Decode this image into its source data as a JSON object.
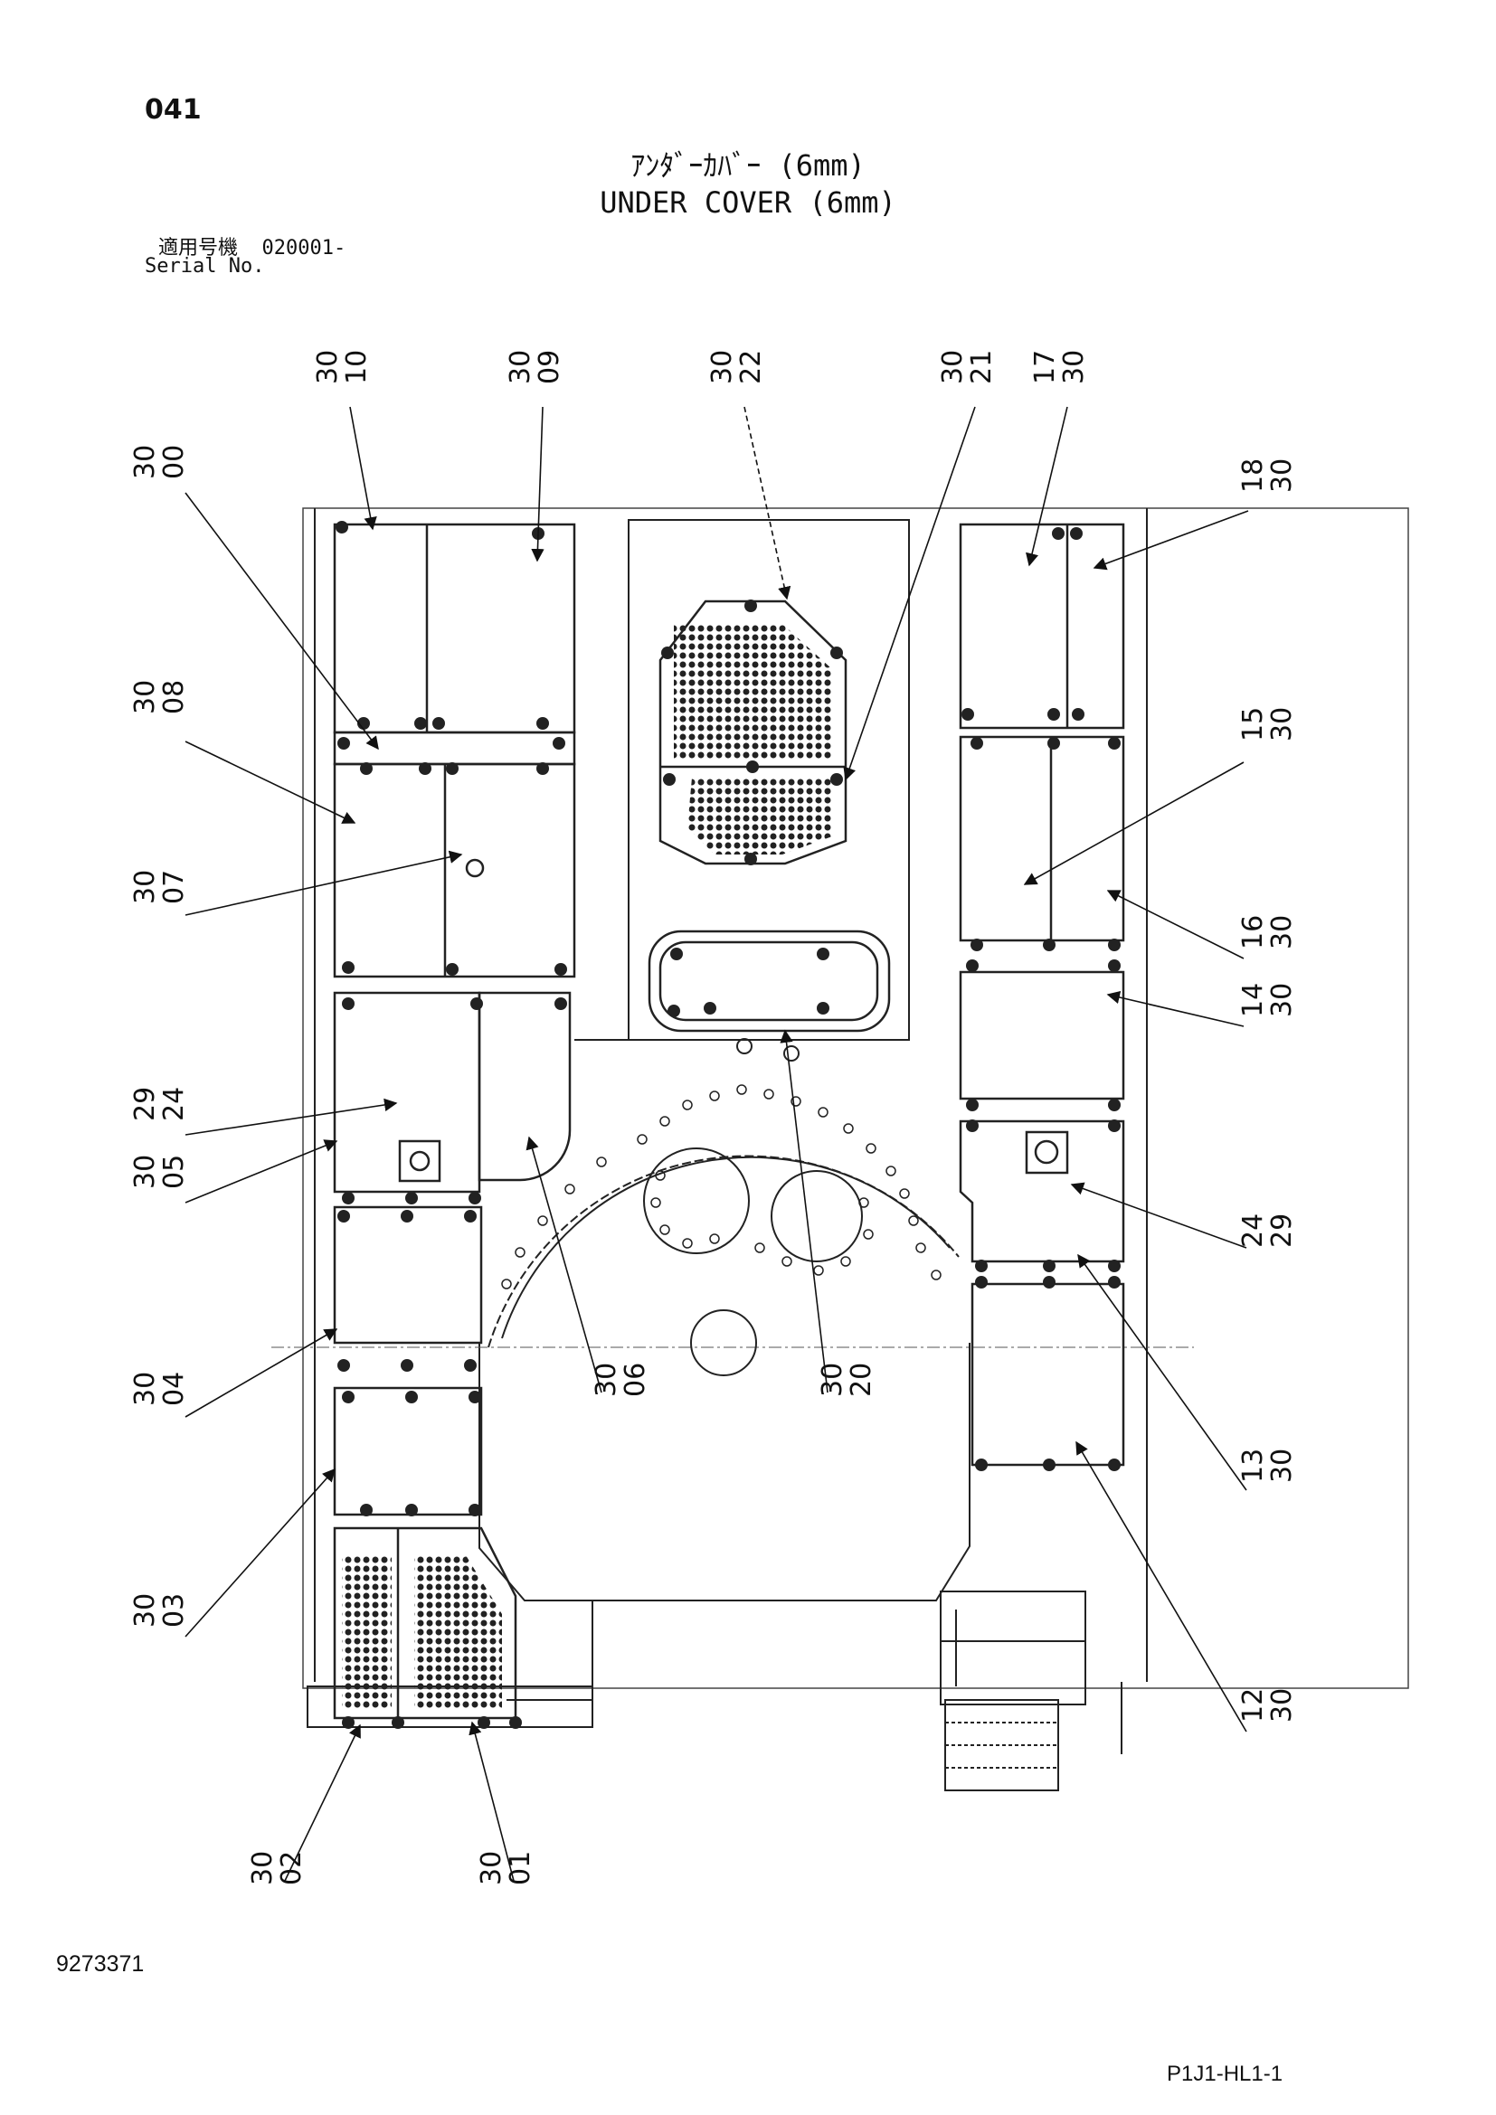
{
  "header": {
    "page_number": "041",
    "title_jp": "ｱﾝﾀﾞｰｶﾊﾞｰ (6mm)",
    "title_en": "UNDER COVER (6mm)",
    "serial_label_jp": "適用号機",
    "serial_value": "020001-",
    "serial_label_en": "Serial No."
  },
  "callouts": [
    {
      "id": "c-30-10",
      "first": "30",
      "second": "10"
    },
    {
      "id": "c-30-09",
      "first": "30",
      "second": "09"
    },
    {
      "id": "c-30-22",
      "first": "30",
      "second": "22"
    },
    {
      "id": "c-30-21",
      "first": "30",
      "second": "21"
    },
    {
      "id": "c-17-30",
      "first": "17",
      "second": "30"
    },
    {
      "id": "c-18-30",
      "first": "18",
      "second": "30"
    },
    {
      "id": "c-30-00",
      "first": "30",
      "second": "00"
    },
    {
      "id": "c-30-08",
      "first": "30",
      "second": "08"
    },
    {
      "id": "c-15-30",
      "first": "15",
      "second": "30"
    },
    {
      "id": "c-30-07",
      "first": "30",
      "second": "07"
    },
    {
      "id": "c-16-30",
      "first": "16",
      "second": "30"
    },
    {
      "id": "c-14-30",
      "first": "14",
      "second": "30"
    },
    {
      "id": "c-29-24",
      "first": "29",
      "second": "24"
    },
    {
      "id": "c-30-05",
      "first": "30",
      "second": "05"
    },
    {
      "id": "c-24-29",
      "first": "24",
      "second": "29"
    },
    {
      "id": "c-30-04",
      "first": "30",
      "second": "04"
    },
    {
      "id": "c-30-06",
      "first": "30",
      "second": "06"
    },
    {
      "id": "c-30-20",
      "first": "30",
      "second": "20"
    },
    {
      "id": "c-13-30",
      "first": "13",
      "second": "30"
    },
    {
      "id": "c-30-03",
      "first": "30",
      "second": "03"
    },
    {
      "id": "c-12-30",
      "first": "12",
      "second": "30"
    },
    {
      "id": "c-30-02",
      "first": "30",
      "second": "02"
    },
    {
      "id": "c-30-01",
      "first": "30",
      "second": "01"
    }
  ],
  "footer": {
    "doc_number": "9273371",
    "page_code": "P1J1-HL1-1"
  }
}
